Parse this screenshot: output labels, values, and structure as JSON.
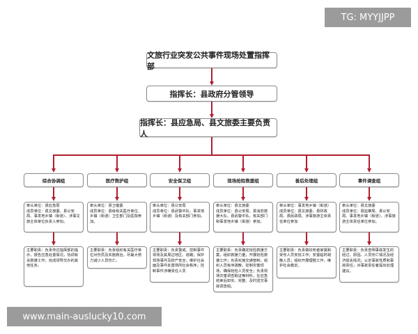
{
  "title": "文旅行业突发公共事件现场处置指挥部",
  "commander": "指挥长：县政府分管领导",
  "deputy": "指挥长：县应急局、县文旅委主要负责人",
  "groups": [
    {
      "name": "综合协调组",
      "units": "牵头单位：县应急局\n成员单位：县文旅委、县公安局、事发地乡镇（街道）、涉事文旅主体单位负责人参加。",
      "duties": "主要职责：负责传达指挥部的指示，报告应急处置情况，协调有关救援工作，完成领导交办的其他任务。"
    },
    {
      "name": "医疗救护组",
      "units": "牵头单位：县卫健委\n成员单位：县级有关医疗单位、乡镇（街道）卫生部门及医院参加。",
      "duties": "主要职责：负责组织有关医疗单位对伤员及实施救治，尽最大努力减少人员伤亡。"
    },
    {
      "name": "安全保卫组",
      "units": "牵头单位：县公安局\n成员单位：县武警中队、事发地乡镇（街道）及有关部门参加。",
      "duties": "主要职责：负责警戒、控制事件现场及其周边地区、道路；保护现场事件及财产安全；维护社会面及事件处置场所社会秩序；控制事件涉嫌责任人员"
    },
    {
      "name": "现场抢险救援组",
      "units": "牵头单位：县文旅委\n成员单位：县公安局、县消防救援大队、县武警中队、有关部门和事发地乡镇（街道）参加。",
      "duties": "主要职责：负责确定抢险救援方案，组织救援力量，开展抢险救援工作；负责实施交通管制，组织人员有序疏散，控制灾害现场，确保抢险人员安全；负责现场灾害调查取证等材料，在应急结束后如实、完整、及时送交事故调查组。"
    },
    {
      "name": "善后处理组",
      "units": "牵头单位：事发地乡镇（街道）\n成员单位：县文旅委、县财政局、县民政局、涉事旅游主体责任单位参加",
      "duties": "主要职责：负责做好死者家属和受伤人员安抚工作；安置临时疏散人员；组织开展理赔工作，维护社会稳定。"
    },
    {
      "name": "事件调查组",
      "units": "牵头单位：县文旅委\n成员单位：县监察局、县公安局、事发地乡镇（街道）、涉事旅游主体责任单位参加。",
      "duties": "主要职责：负责查明事故发生的经过、原因、人员伤亡情况及经济损失情况；认定事故性质和事故责任；对事故责任者提出处理建议。"
    }
  ],
  "watermark_top": "TG: MYYJJPP",
  "watermark_bottom": "www.main-auslucky10.com",
  "colors": {
    "connector": "#b01e2e",
    "watermark_bg": "#9b9b9b"
  }
}
